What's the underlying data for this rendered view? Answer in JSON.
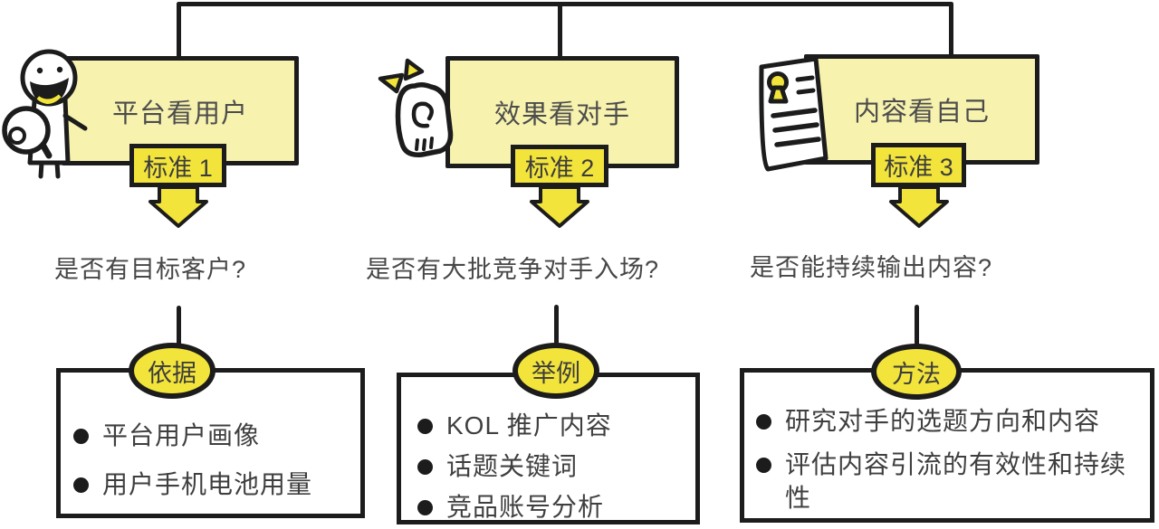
{
  "diagram": {
    "columns": [
      {
        "title": "平台看用户",
        "badge": "标准 1",
        "question": "是否有目标客户?",
        "oval": "依据",
        "items": [
          "平台用户画像",
          "用户手机电池用量"
        ],
        "icon": "person-with-magnifier"
      },
      {
        "title": "效果看对手",
        "badge": "标准 2",
        "question": "是否有大批竞争对手入场?",
        "oval": "举例",
        "items": [
          "KOL 推广内容",
          "话题关键词",
          "竞品账号分析"
        ],
        "icon": "boxing-glove-with-sparks"
      },
      {
        "title": "内容看自己",
        "badge": "标准 3",
        "question": "是否能持续输出内容?",
        "oval": "方法",
        "items": [
          "研究对手的选题方向和内容",
          "评估内容引流的有效性和持续性"
        ],
        "icon": "document-with-keyhole"
      }
    ],
    "colors": {
      "pale_yellow": "#f7f2ae",
      "bright_yellow": "#f2e43b",
      "outline_black": "#1c1c1c",
      "text_gray": "#434343",
      "background": "#ffffff"
    }
  }
}
